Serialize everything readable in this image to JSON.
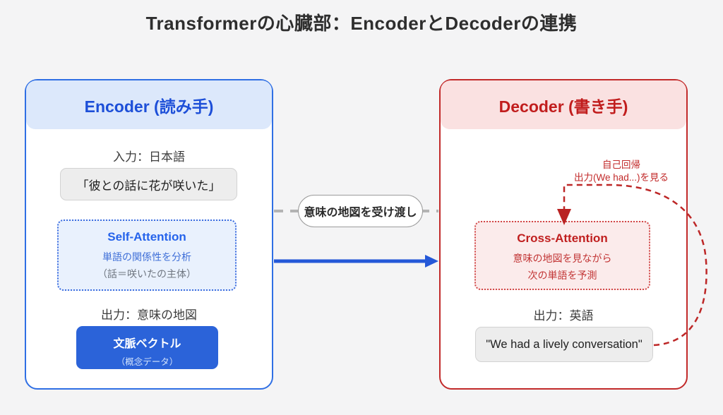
{
  "title": "Transformerの心臓部：EncoderとDecoderの連携",
  "colors": {
    "encoder_accent": "#2f6fe4",
    "encoder_header_bg": "#dce8fb",
    "encoder_title_text": "#1d4fd8",
    "vector_box_bg": "#2b63d9",
    "decoder_accent": "#c22a2a",
    "decoder_header_bg": "#fae1e1",
    "decoder_title_text": "#c11d1d",
    "page_bg": "#f4f4f5"
  },
  "encoder": {
    "title": "Encoder (読み手)",
    "input_label": "入力：日本語",
    "input_text": "「彼との話に花が咲いた」",
    "attention": {
      "title": "Self-Attention",
      "line1": "単語の関係性を分析",
      "line2": "（話＝咲いたの主体）"
    },
    "output_label": "出力：意味の地図",
    "vector": {
      "title": "文脈ベクトル",
      "subtitle": "（概念データ）"
    }
  },
  "connector": {
    "pill_label": "意味の地図を受け渡し"
  },
  "decoder": {
    "title": "Decoder (書き手)",
    "annotation_line1": "自己回帰",
    "annotation_line2": "出力(We had...)を見る",
    "attention": {
      "title": "Cross-Attention",
      "line1": "意味の地図を見ながら",
      "line2": "次の単語を予測"
    },
    "output_label": "出力：英語",
    "output_text": "\"We had a lively conversation\""
  }
}
